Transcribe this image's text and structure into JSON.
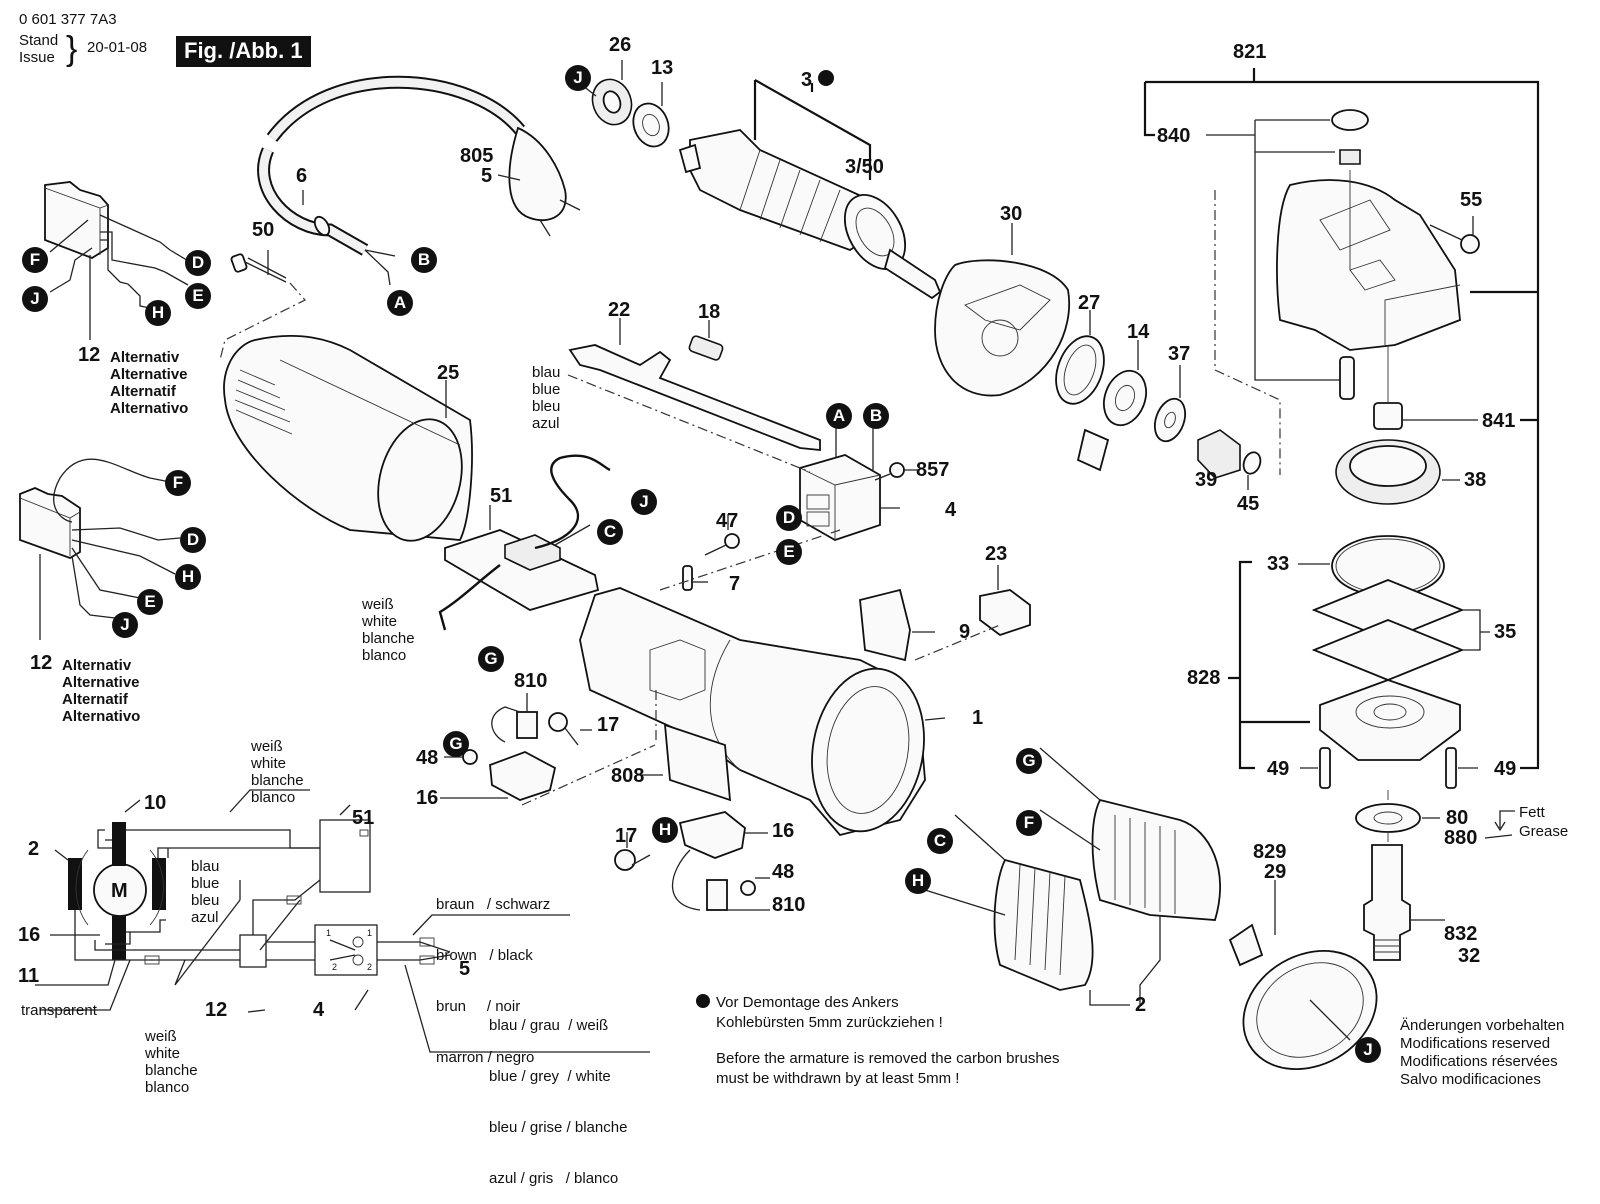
{
  "header": {
    "part_number": "0 601 377 7A3",
    "stand_label": "Stand",
    "issue_label": "Issue",
    "date": "20-01-08",
    "figure_label": "Fig. /Abb. 1"
  },
  "callouts": {
    "c26": "26",
    "c13": "13",
    "c3": "3",
    "c3_50": "3/50",
    "c805": "805",
    "c5": "5",
    "c6": "6",
    "c50": "50",
    "c30": "30",
    "c27": "27",
    "c14": "14",
    "c37": "37",
    "c39": "39",
    "c45": "45",
    "c22": "22",
    "c18": "18",
    "c857": "857",
    "c4": "4",
    "c25": "25",
    "c51": "51",
    "c47": "47",
    "c7": "7",
    "c23": "23",
    "c9": "9",
    "c1": "1",
    "c810a": "810",
    "c17a": "17",
    "c48a": "48",
    "c16a": "16",
    "c808": "808",
    "c17b": "17",
    "c16b": "16",
    "c48b": "48",
    "c810b": "810",
    "c2": "2",
    "c829": "829",
    "c29": "29",
    "c821": "821",
    "c840": "840",
    "c55": "55",
    "c841": "841",
    "c38": "38",
    "c33": "33",
    "c35": "35",
    "c828": "828",
    "c49a": "49",
    "c49b": "49",
    "c80": "80",
    "c880": "880",
    "c832": "832",
    "c32": "32",
    "c12a": "12",
    "c12b": "12",
    "w10": "10",
    "w51": "51",
    "w2": "2",
    "w16": "16",
    "w11": "11",
    "w12": "12",
    "w4": "4",
    "w5": "5",
    "motor": "M"
  },
  "connectors": {
    "J_top": "J",
    "B_cable": "B",
    "A_cable": "A",
    "F1": "F",
    "D1": "D",
    "E1": "E",
    "J1": "J",
    "H1": "H",
    "F2": "F",
    "D2": "D",
    "H2": "H",
    "E2": "E",
    "J2": "J",
    "A_sw": "A",
    "B_sw": "B",
    "D_sw": "D",
    "E_sw": "E",
    "J_sup": "J",
    "C_sup": "C",
    "G_sup": "G",
    "G_brush": "G",
    "H_brush": "H",
    "G_field": "G",
    "F_field": "F",
    "C_field": "C",
    "H_field": "H",
    "J_guard": "J"
  },
  "alternative_labels": [
    "Alternativ",
    "Alternative",
    "Alternatif",
    "Alternativo"
  ],
  "wire_colors": {
    "blue": [
      "blau",
      "blue",
      "bleu",
      "azul"
    ],
    "white": [
      "weiß",
      "white",
      "blanche",
      "blanco"
    ],
    "brown_black": [
      "braun   / schwarz",
      "brown   / black",
      "brun     / noir",
      "marron / negro"
    ],
    "blue_grey_white": [
      "blau / grau  / weiß",
      "blue / grey  / white",
      "bleu / grise / blanche",
      "azul / gris   / blanco"
    ],
    "transparent": "transparent"
  },
  "switch_terminals": [
    "1",
    "1",
    "2",
    "2"
  ],
  "grease": {
    "de": "Fett",
    "en": "Grease"
  },
  "notes": {
    "de_line1": "Vor Demontage des Ankers",
    "de_line2": "Kohlebürsten 5mm zurückziehen !",
    "en_line1": "Before the armature is removed the carbon brushes",
    "en_line2": "must be withdrawn by at least 5mm !"
  },
  "disclaimer": [
    "Änderungen vorbehalten",
    "Modifications reserved",
    "Modifications réservées",
    "Salvo modificaciones"
  ]
}
